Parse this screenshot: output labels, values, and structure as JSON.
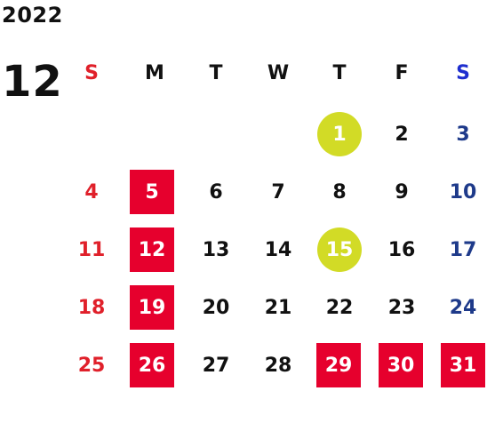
{
  "year": "2022",
  "month": "12",
  "weekdays": [
    "S",
    "M",
    "T",
    "W",
    "T",
    "F",
    "S"
  ],
  "weeks": [
    [
      "",
      "",
      "",
      "",
      "1",
      "2",
      "3"
    ],
    [
      "4",
      "5",
      "6",
      "7",
      "8",
      "9",
      "10"
    ],
    [
      "11",
      "12",
      "13",
      "14",
      "15",
      "16",
      "17"
    ],
    [
      "18",
      "19",
      "20",
      "21",
      "22",
      "23",
      "24"
    ],
    [
      "25",
      "26",
      "27",
      "28",
      "29",
      "30",
      "31"
    ]
  ],
  "closed_days": [
    "5",
    "12",
    "19",
    "26",
    "29",
    "30",
    "31"
  ],
  "event_days": [
    "1",
    "15"
  ],
  "colors": {
    "sunday": "#e0202a",
    "saturday": "#1e3a8a",
    "closed_fill": "#e6002d",
    "event_fill": "#d2db26"
  }
}
